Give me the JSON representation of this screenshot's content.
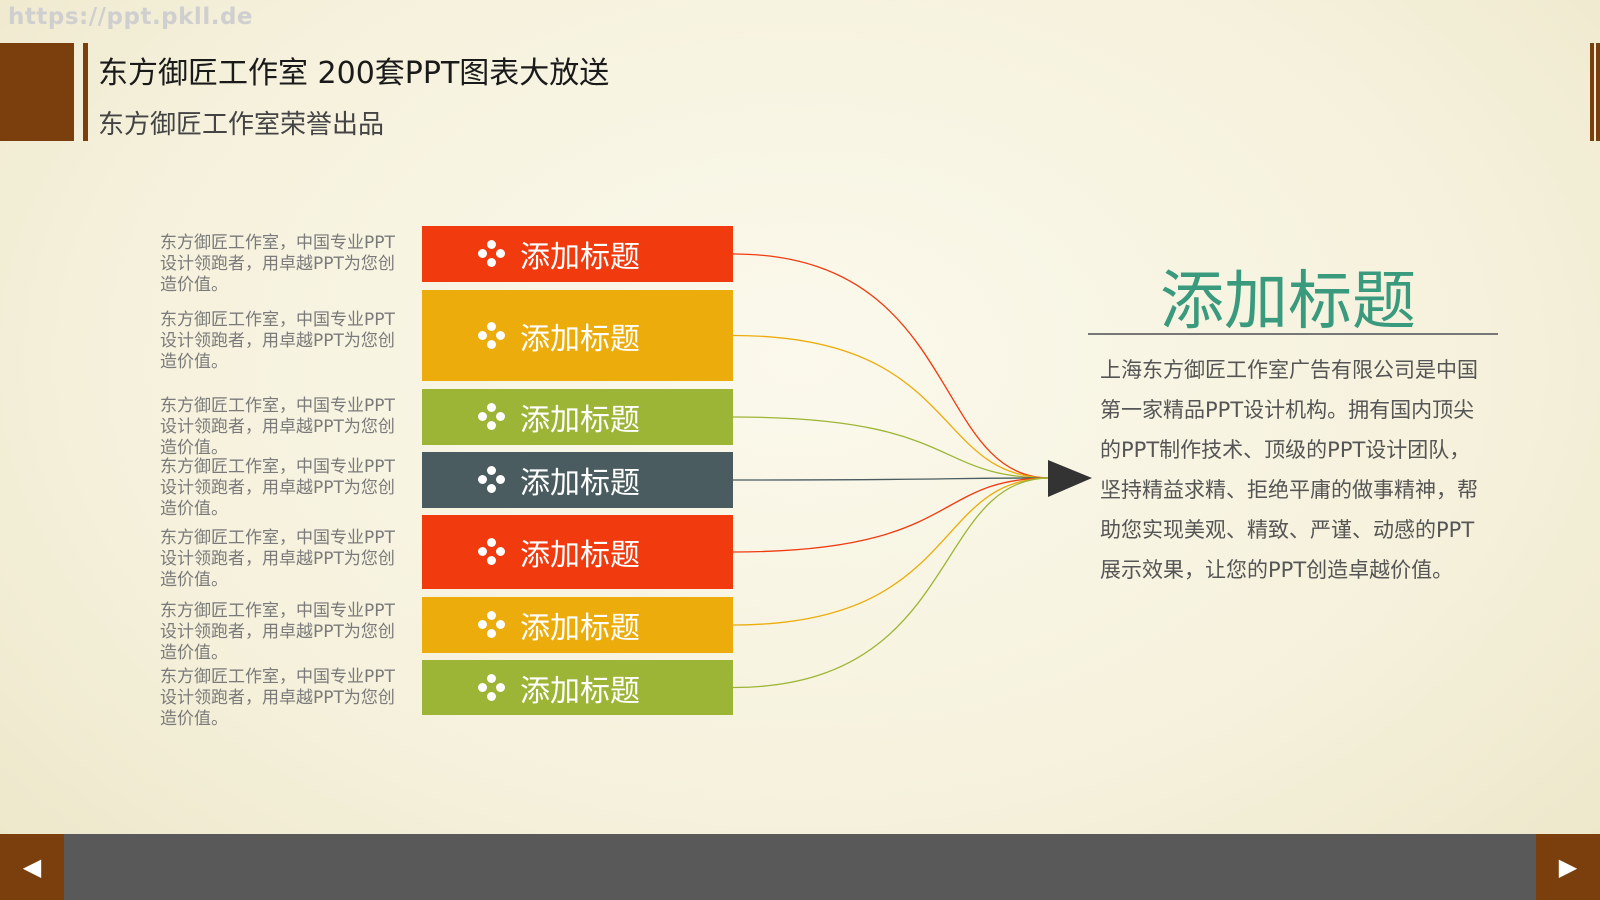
{
  "watermark": "https://ppt.pkll.de",
  "header": {
    "title": "东方御匠工作室 200套PPT图表大放送",
    "subtitle": "东方御匠工作室荣誉出品"
  },
  "items": [
    {
      "label": "添加标题",
      "desc": "东方御匠工作室，中国专业PPT设计领跑者，用卓越PPT为您创造价值。",
      "color": "#f23a0f"
    },
    {
      "label": "添加标题",
      "desc": "东方御匠工作室，中国专业PPT设计领跑者，用卓越PPT为您创造价值。",
      "color": "#ecac0b"
    },
    {
      "label": "添加标题",
      "desc": "东方御匠工作室，中国专业PPT设计领跑者，用卓越PPT为您创造价值。",
      "color": "#9db536"
    },
    {
      "label": "添加标题",
      "desc": "东方御匠工作室，中国专业PPT设计领跑者，用卓越PPT为您创造价值。",
      "color": "#4a5c60"
    },
    {
      "label": "添加标题",
      "desc": "东方御匠工作室，中国专业PPT设计领跑者，用卓越PPT为您创造价值。",
      "color": "#f23a0f"
    },
    {
      "label": "添加标题",
      "desc": "东方御匠工作室，中国专业PPT设计领跑者，用卓越PPT为您创造价值。",
      "color": "#ecac0b"
    },
    {
      "label": "添加标题",
      "desc": "东方御匠工作室，中国专业PPT设计领跑者，用卓越PPT为您创造价值。",
      "color": "#9db536"
    }
  ],
  "right_panel": {
    "title": "添加标题",
    "body": "上海东方御匠工作室广告有限公司是中国第一家精品PPT设计机构。拥有国内顶尖的PPT制作技术、顶级的PPT设计团队， 坚持精益求精、拒绝平庸的做事精神，帮助您实现美观、精致、严谨、动感的PPT展示效果，让您的PPT创造卓越价值。"
  },
  "nav": {
    "prev_icon": "◀",
    "next_icon": "▶"
  },
  "colors": {
    "brand": "#7a3f0c",
    "accent_title": "#3a9a7d",
    "footer": "#595959"
  }
}
